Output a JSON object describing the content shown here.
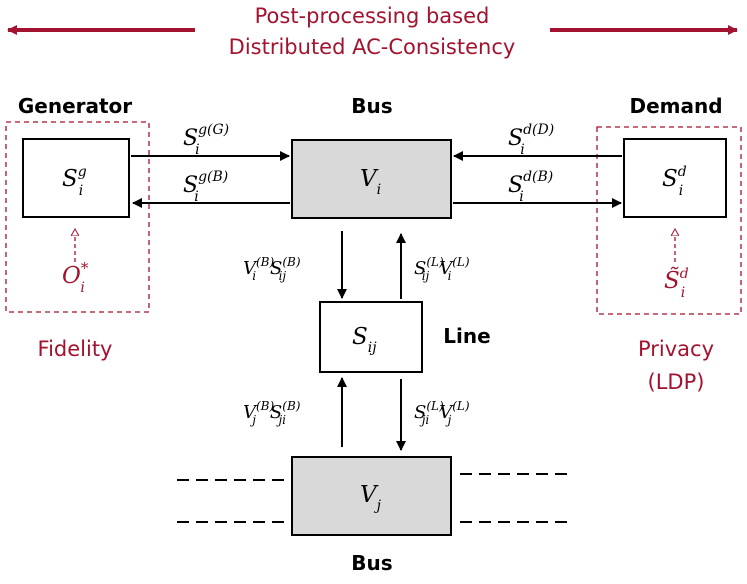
{
  "colors": {
    "accent": "#a3122e",
    "line": "#000000",
    "bus_fill": "#d9d9d9"
  },
  "banner": {
    "line1": "Post-processing based",
    "line2": "Distributed AC-Consistency"
  },
  "labels": {
    "generator": "Generator",
    "bus_top": "Bus",
    "demand": "Demand",
    "line": "Line",
    "bus_bottom": "Bus",
    "fidelity": "Fidelity",
    "privacy_1": "Privacy",
    "privacy_2": "(LDP)"
  },
  "math": {
    "gen_box": {
      "base": "S",
      "sub": "i",
      "sup": "g"
    },
    "bus_i": {
      "base": "V",
      "sub": "i"
    },
    "demand_box": {
      "base": "S",
      "sub": "i",
      "sup": "d"
    },
    "line_box": {
      "base": "S",
      "sub": "ij"
    },
    "bus_j": {
      "base": "V",
      "sub": "j"
    },
    "o_star": {
      "base": "O",
      "sub": "i",
      "sup": "*"
    },
    "s_tilde": {
      "base": "S̃",
      "sub": "i",
      "sup": "d"
    },
    "sg_G": {
      "base": "S",
      "sub": "i",
      "sup": "g(G)"
    },
    "sg_B": {
      "base": "S",
      "sub": "i",
      "sup": "g(B)"
    },
    "sd_D": {
      "base": "S",
      "sub": "i",
      "sup": "d(D)"
    },
    "sd_B": {
      "base": "S",
      "sub": "i",
      "sup": "d(B)"
    },
    "vi_B": {
      "base": "V",
      "sub": "i",
      "sup": "(B)"
    },
    "sij_B": {
      "base": "S",
      "sub": "ij",
      "sup": "(B)"
    },
    "sij_L": {
      "base": "S",
      "sub": "ij",
      "sup": "(L)"
    },
    "vi_L": {
      "base": "V",
      "sub": "i",
      "sup": "(L)"
    },
    "vj_B": {
      "base": "V",
      "sub": "j",
      "sup": "(B)"
    },
    "sji_B": {
      "base": "S",
      "sub": "ji",
      "sup": "(B)"
    },
    "sji_L": {
      "base": "S",
      "sub": "ji",
      "sup": "(L)"
    },
    "vj_L": {
      "base": "V",
      "sub": "j",
      "sup": "(L)"
    }
  }
}
